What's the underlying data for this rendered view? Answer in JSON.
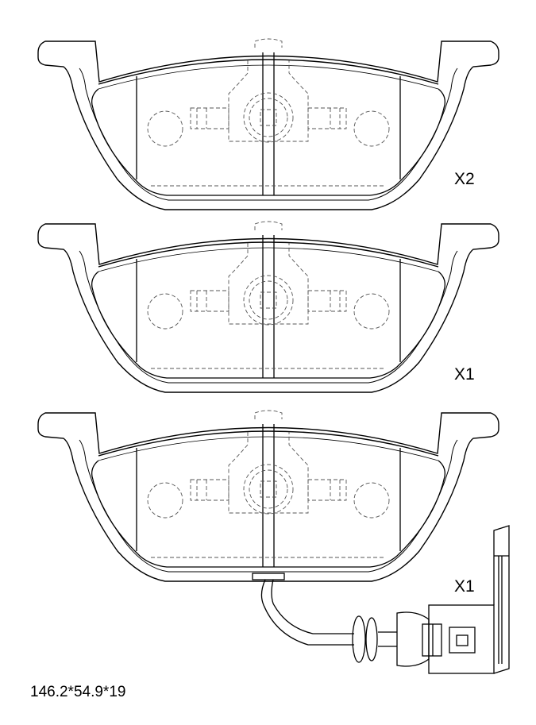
{
  "pads": [
    {
      "label": "X2",
      "variant": "plain"
    },
    {
      "label": "X1",
      "variant": "plain"
    },
    {
      "label": "X1",
      "variant": "with-wear-sensor"
    }
  ],
  "dimensions": "146.2*54.9*19",
  "colors": {
    "line": "#000000",
    "hidden": "#555555",
    "background": "#ffffff"
  }
}
